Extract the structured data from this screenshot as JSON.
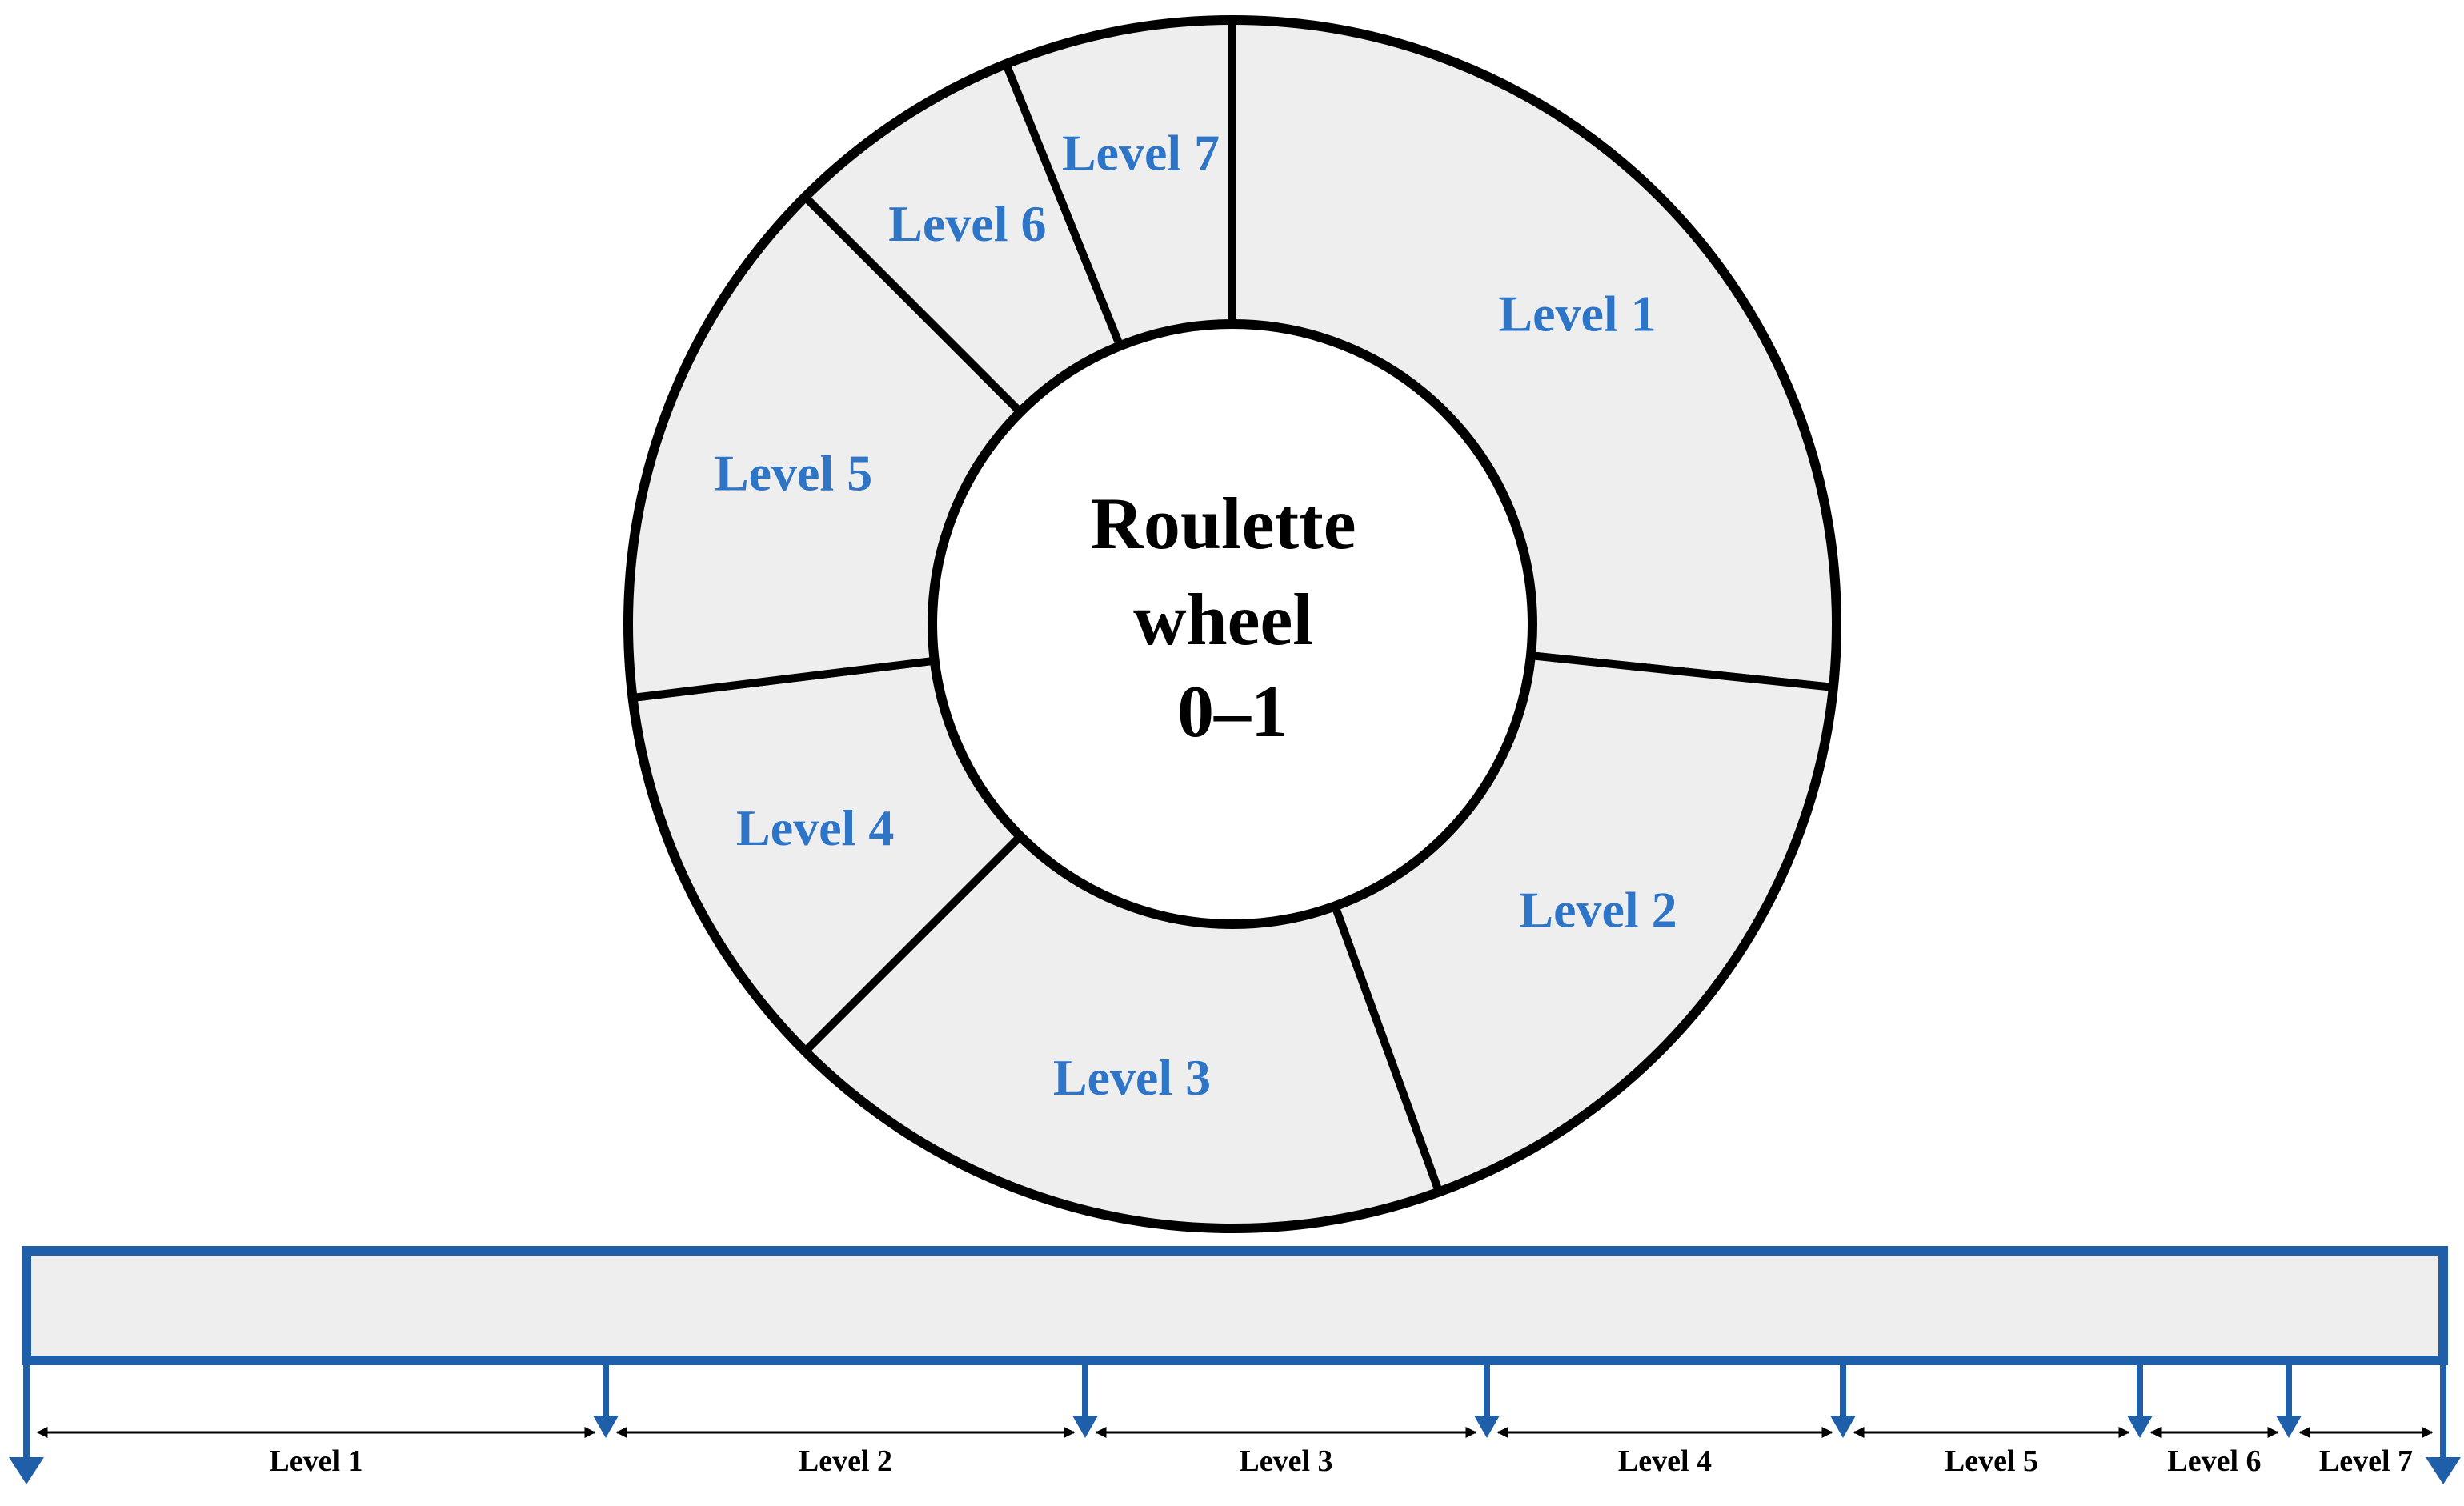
{
  "colors": {
    "segment_fill": "#eeeeee",
    "outline": "#000000",
    "label": "#2e75c7",
    "bar_stroke": "#1f5ea8",
    "center_fill": "#ffffff"
  },
  "wheel": {
    "center_lines": [
      "Roulette",
      "wheel",
      "0–1"
    ],
    "segments": [
      {
        "label": "Level 1"
      },
      {
        "label": "Level 2"
      },
      {
        "label": "Level 3"
      },
      {
        "label": "Level 4"
      },
      {
        "label": "Level 5"
      },
      {
        "label": "Level 6"
      },
      {
        "label": "Level 7"
      }
    ]
  },
  "bar": {
    "segments": [
      {
        "label": "Level 1"
      },
      {
        "label": "Level 2"
      },
      {
        "label": "Level 3"
      },
      {
        "label": "Level 4"
      },
      {
        "label": "Level 5"
      },
      {
        "label": "Level 6"
      },
      {
        "label": "Level 7"
      }
    ]
  }
}
